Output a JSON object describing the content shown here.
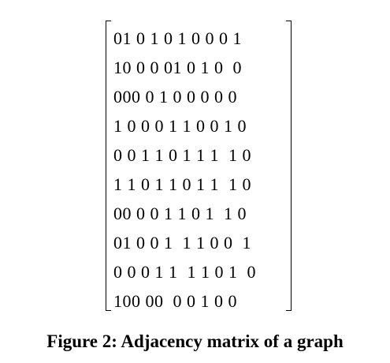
{
  "matrix": {
    "rows": [
      "01 0 1 0 1 0 0 0 1",
      "10 0 0 01 0 1 0  0",
      "000 0 1 0 0 0 0 0",
      "1 0 0 0 1 1 0 0 1 0",
      "0 0 1 1 0 1 1 1  1 0",
      "1 1 0 1 1 0 1 1  1 0",
      "00 0 0 1 1 0 1  1 0",
      "01 0 0 1  1 1 0 0  1",
      "0 0 0 1 1  1 1 0 1  0",
      "100 00  0 0 1 0 0"
    ]
  },
  "caption": "Figure 2: Adjacency matrix of a graph"
}
